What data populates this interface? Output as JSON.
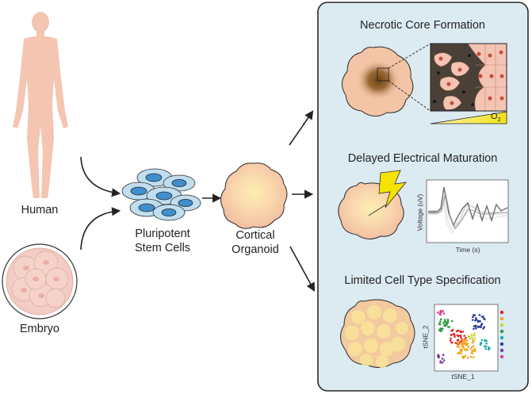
{
  "sources": {
    "human_label": "Human",
    "embryo_label": "Embryo"
  },
  "psc_label_line1": "Pluripotent",
  "psc_label_line2": "Stem Cells",
  "organoid_label_line1": "Cortical",
  "organoid_label_line2": "Organoid",
  "panels": [
    {
      "title": "Necrotic Core Formation",
      "gradient_label": "O",
      "gradient_sub": "2"
    },
    {
      "title": "Delayed Electrical Maturation",
      "ylabel": "Voltage (uV)",
      "xlabel": "Time (s)"
    },
    {
      "title": "Limited Cell Type Specification",
      "ylabel": "tSNE_2",
      "xlabel": "tSNE_1"
    }
  ],
  "colors": {
    "panel_bg": "#dcebf2",
    "organoid_fill": "#f5c8a9",
    "organoid_center": "#fbe7a8",
    "cell_blue": "#3f8fce",
    "cell_light": "#bfdff0",
    "bolt": "#f4e200",
    "gradient": "#f6ea2a"
  }
}
